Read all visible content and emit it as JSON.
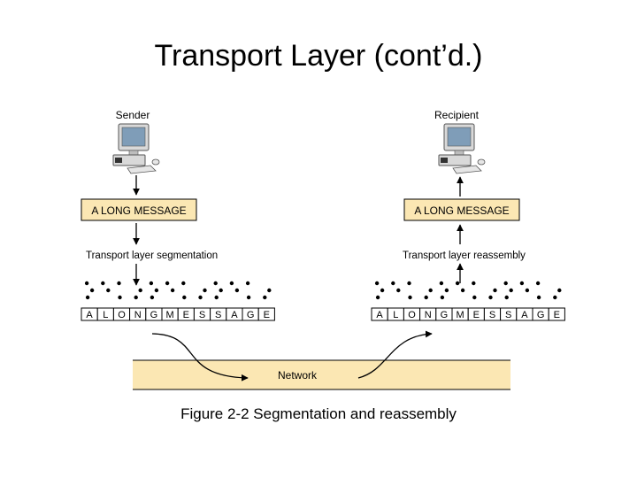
{
  "title": "Transport Layer (cont’d.)",
  "caption": "Figure 2-2 Segmentation and reassembly",
  "sender": {
    "label": "Sender",
    "message": "A LONG MESSAGE",
    "process_label": "Transport layer segmentation",
    "segments": [
      "A",
      "L",
      "O",
      "N",
      "G",
      "M",
      "E",
      "S",
      "S",
      "A",
      "G",
      "E"
    ]
  },
  "recipient": {
    "label": "Recipient",
    "message": "A LONG MESSAGE",
    "process_label": "Transport layer reassembly",
    "segments": [
      "A",
      "L",
      "O",
      "N",
      "G",
      "M",
      "E",
      "S",
      "S",
      "A",
      "G",
      "E"
    ]
  },
  "network_label": "Network",
  "colors": {
    "message_box": "#fbe7b3",
    "network_band": "#fbe7b3",
    "line": "#000000",
    "computer_body": "#d9d9d9",
    "computer_screen": "#7f9db8"
  },
  "icons": {
    "sender_computer": "desktop-computer-icon",
    "recipient_computer": "desktop-computer-icon"
  }
}
